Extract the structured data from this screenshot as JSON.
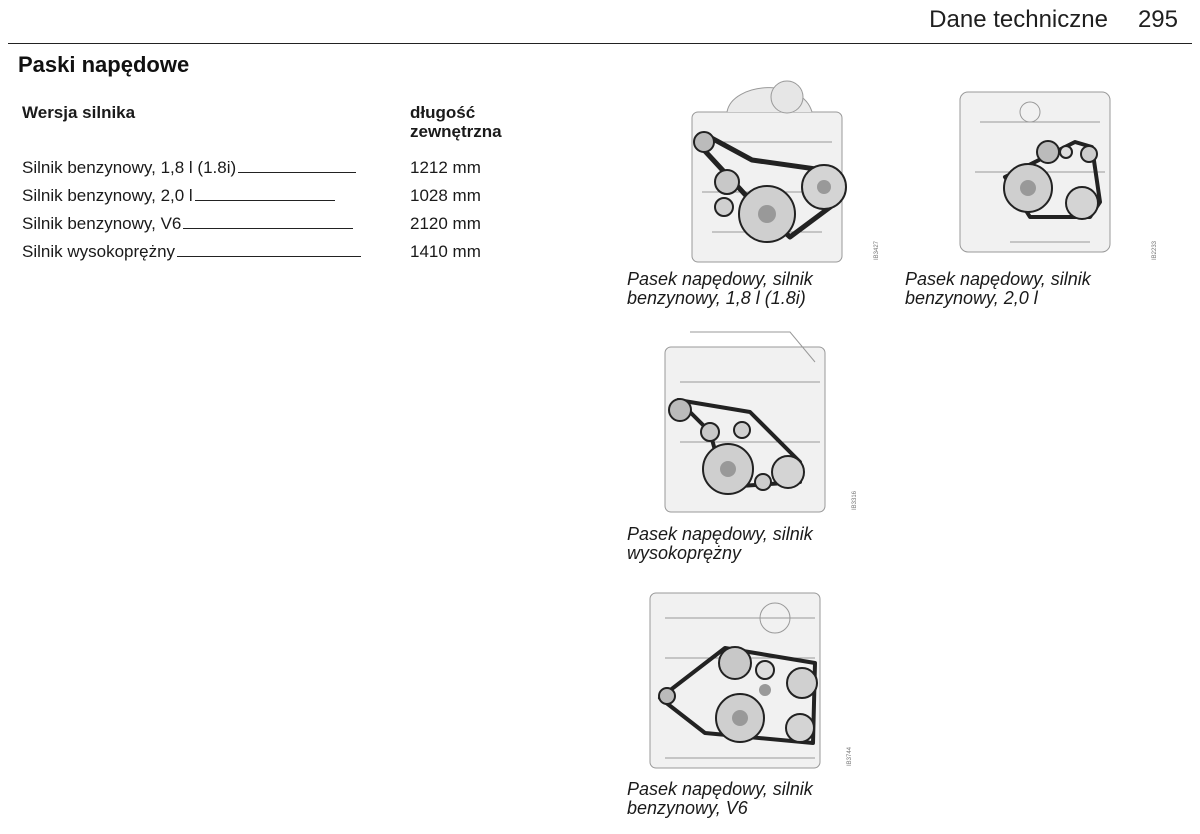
{
  "header": {
    "section": "Dane techniczne",
    "page_number": "295"
  },
  "title": "Paski napędowe",
  "table": {
    "col_engine": "Wersja silnika",
    "col_length_line1": "długość",
    "col_length_line2": "zewnętrzna",
    "rows": [
      {
        "engine": "Silnik benzynowy, 1,8 l (1.8i)",
        "length": "1212 mm"
      },
      {
        "engine": "Silnik benzynowy, 2,0 l",
        "length": "1028 mm"
      },
      {
        "engine": "Silnik benzynowy, V6",
        "length": "2120 mm"
      },
      {
        "engine": "Silnik wysokoprężny",
        "length": "1410 mm"
      }
    ]
  },
  "figures": [
    {
      "caption_line1": "Pasek napędowy, silnik",
      "caption_line2": "benzynowy, 1,8 l (1.8i)",
      "code": "IB3427"
    },
    {
      "caption_line1": "Pasek napędowy, silnik",
      "caption_line2": "benzynowy, 2,0 l",
      "code": "IB2233"
    },
    {
      "caption_line1": "Pasek napędowy, silnik",
      "caption_line2": "wysokoprężny",
      "code": "IB3316"
    },
    {
      "caption_line1": "Pasek napędowy, silnik",
      "caption_line2": "benzynowy, V6",
      "code": "IB3744"
    }
  ]
}
